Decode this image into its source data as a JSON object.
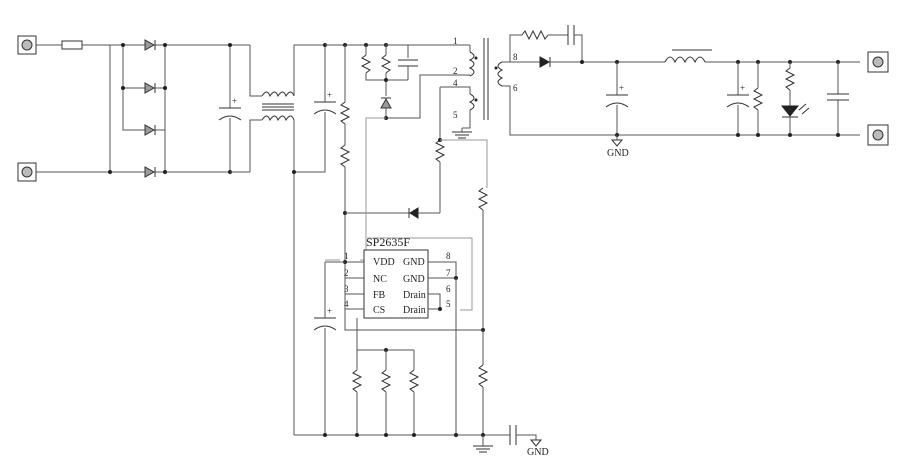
{
  "ic": {
    "name": "SP2635F",
    "left_pins": [
      {
        "num": "1",
        "label": "VDD"
      },
      {
        "num": "2",
        "label": "NC"
      },
      {
        "num": "3",
        "label": "FB"
      },
      {
        "num": "4",
        "label": "CS"
      }
    ],
    "right_pins": [
      {
        "num": "8",
        "label": "GND"
      },
      {
        "num": "7",
        "label": "GND"
      },
      {
        "num": "6",
        "label": "Drain"
      },
      {
        "num": "5",
        "label": "Drain"
      }
    ]
  },
  "transformer_pins": [
    "1",
    "2",
    "4",
    "5",
    "8",
    "6"
  ],
  "ground_labels": {
    "secondary": "GND",
    "primary": "GND"
  },
  "cap_polarity": "+"
}
